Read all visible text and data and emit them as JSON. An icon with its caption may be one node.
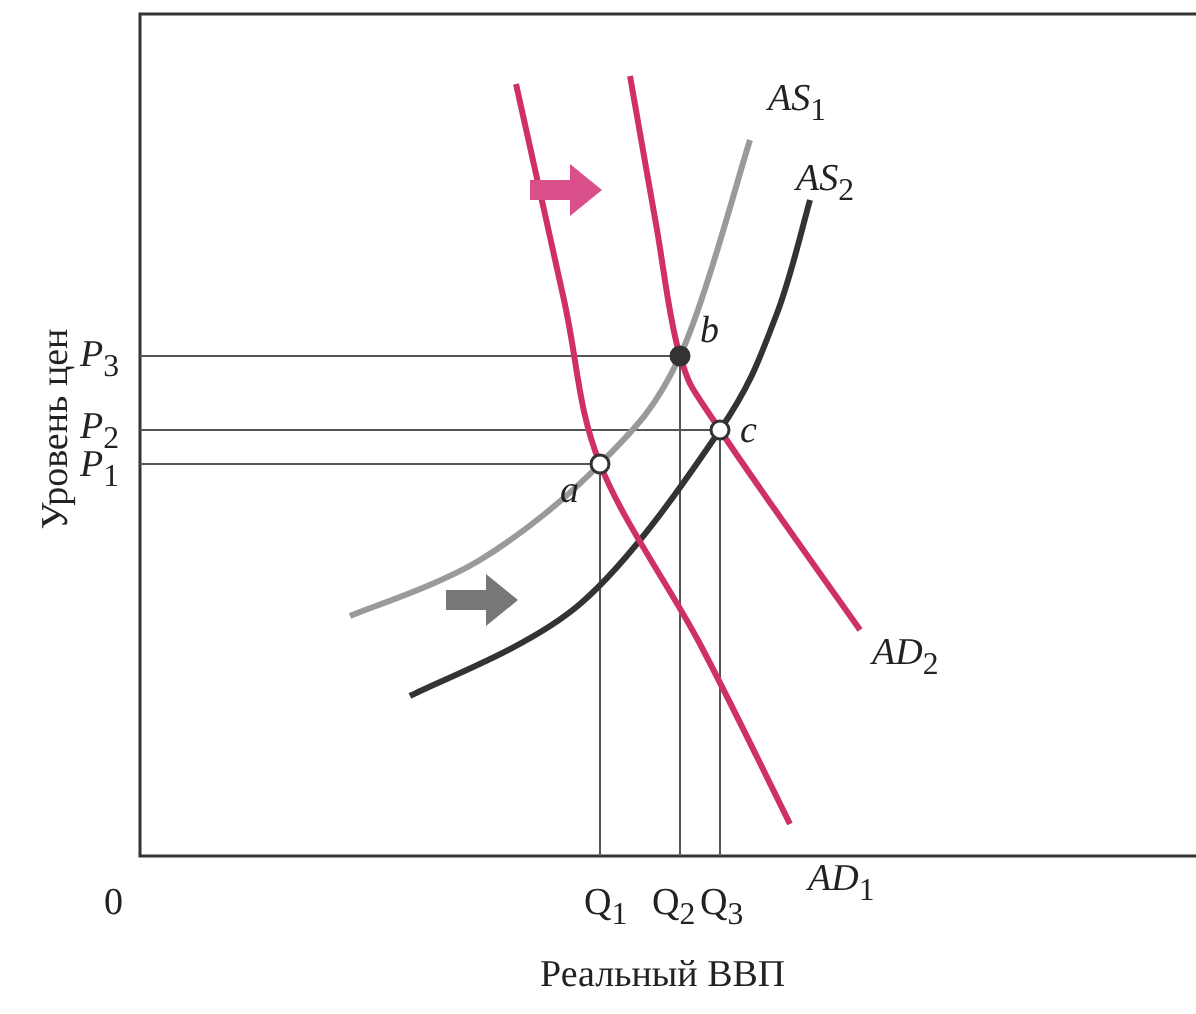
{
  "diagram": {
    "labels": [
      "*AS*$_{1}$",
      "*AS*$_{2}$",
      "*P*$_{3}$",
      "b",
      "Уровень цен",
      "*P*$_{2}$",
      "c",
      "*P*$_{1}$",
      "a",
      "*AD*$_{2}$",
      "*AD*$_{1}$",
      "0",
      "Q$_{1}$",
      "Q$_{2}$",
      "Q$_{3}$",
      "Реальный ВВП"
    ]
  }
}
